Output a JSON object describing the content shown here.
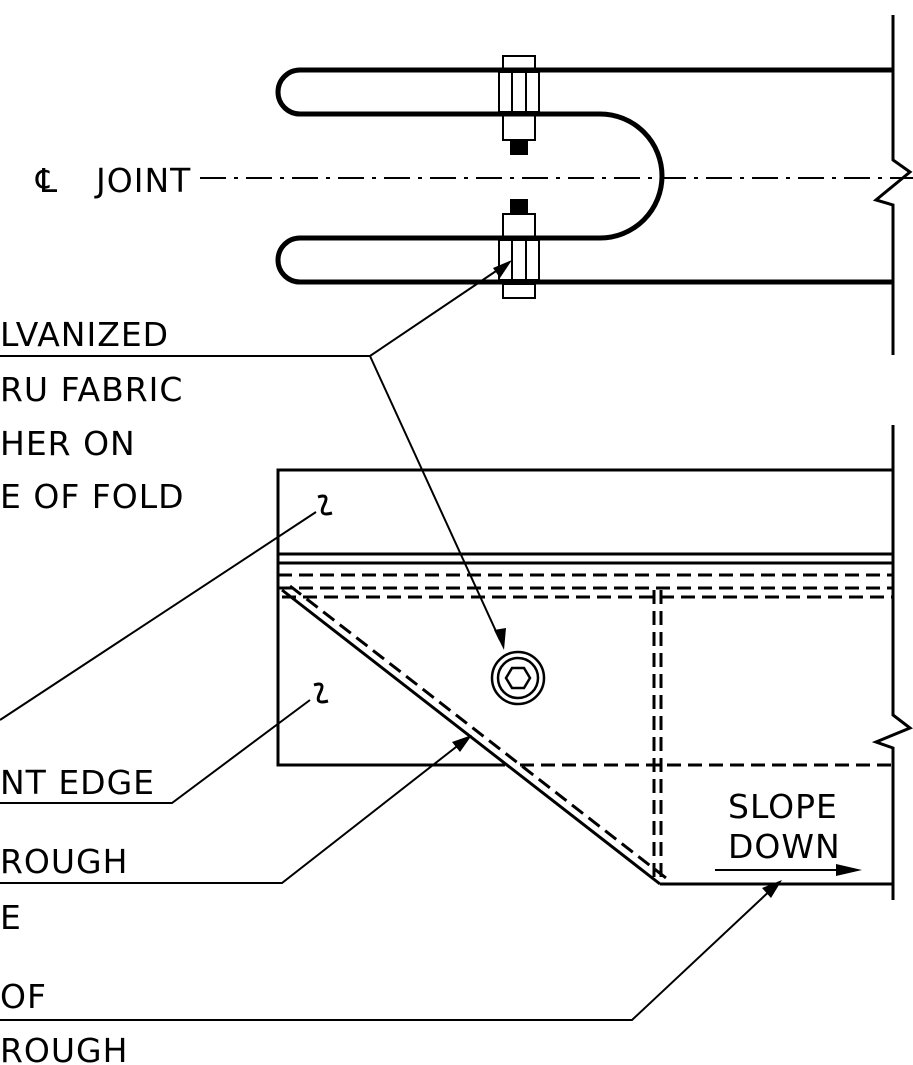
{
  "labels": {
    "cl_symbol": "℄",
    "cl_joint": "JOINT",
    "note_bolt": [
      "LVANIZED",
      "RU FABRIC",
      "HER ON",
      "E OF FOLD"
    ],
    "note_edge": "NT EDGE",
    "note_trough_1": [
      "ROUGH",
      "E"
    ],
    "note_trough_2": [
      "OF",
      "ROUGH"
    ],
    "slope": [
      "SLOPE",
      "DOWN"
    ]
  },
  "colors": {
    "ink": "#000000",
    "background": "#ffffff"
  }
}
